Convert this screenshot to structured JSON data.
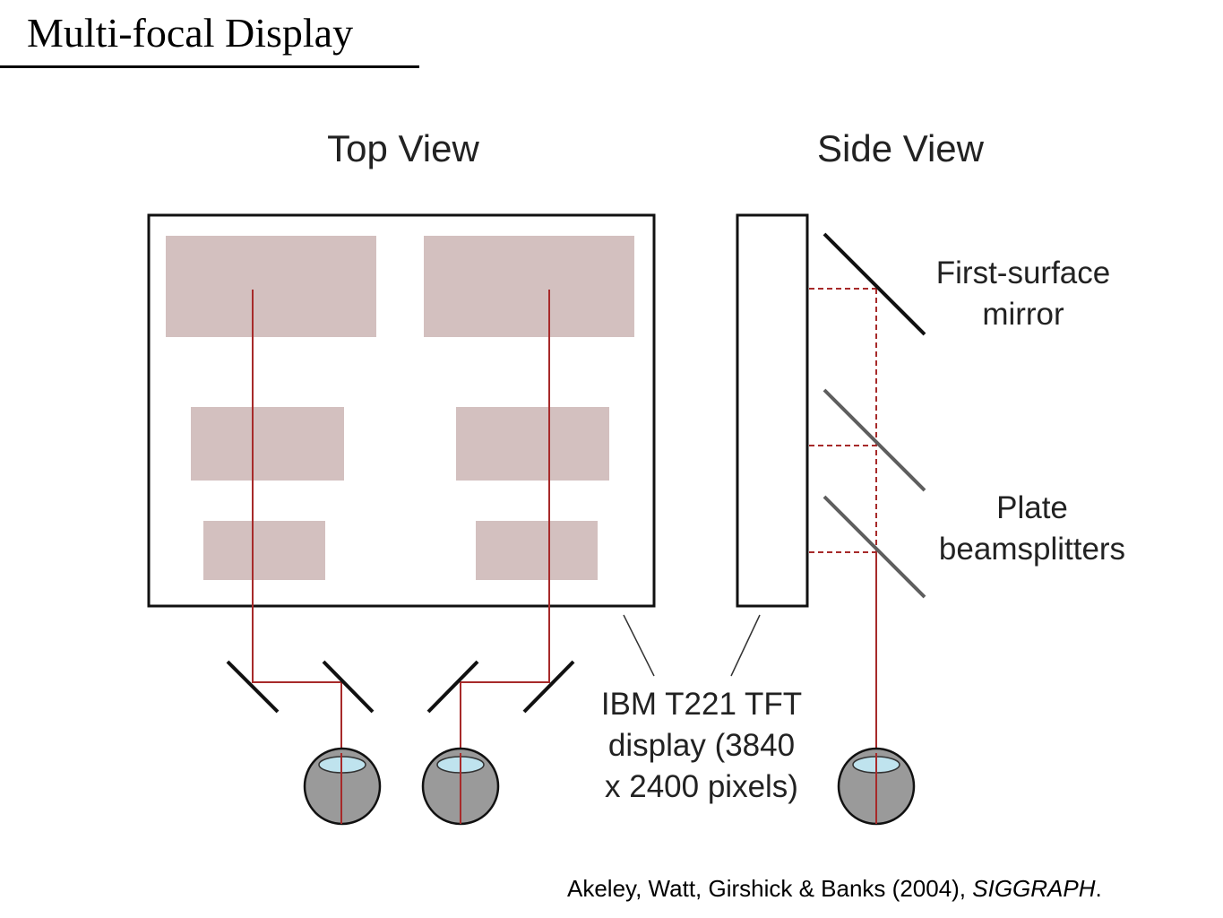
{
  "slide": {
    "title": "Multi-focal Display"
  },
  "diagram": {
    "top_view_label": "Top View",
    "side_view_label": "Side View",
    "mirror_label_line1": "First-surface",
    "mirror_label_line2": "mirror",
    "splitter_label_line1": "Plate",
    "splitter_label_line2": "beamsplitters",
    "display_label_line1": "IBM T221 TFT",
    "display_label_line2": "display (3840",
    "display_label_line3": "x 2400 pixels)",
    "colors": {
      "image_plane": "#d3c0bf",
      "light_path": "#a72a2a",
      "outline": "#111111",
      "splitter": "#5e5e5e",
      "eye": "#9a9a9a",
      "pupil": "#bfe3ee"
    }
  },
  "citation": {
    "authors": "Akeley, Watt, Girshick & Banks (2004), ",
    "venue": "SIGGRAPH",
    "trailing": "."
  }
}
